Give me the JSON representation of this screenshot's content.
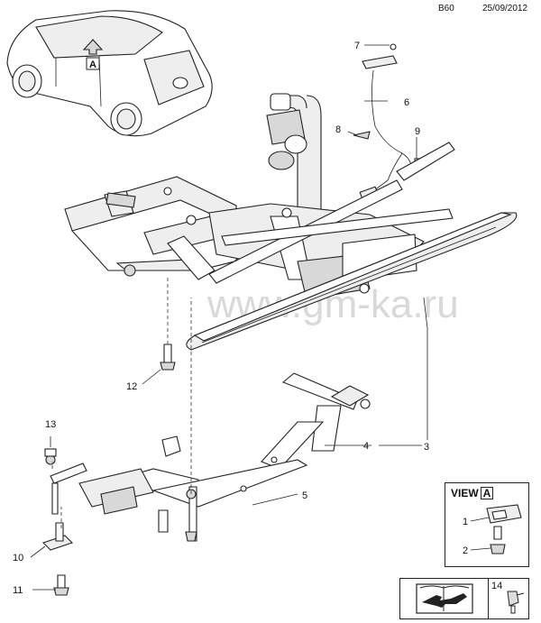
{
  "header": {
    "code": "B60",
    "date": "25/09/2012"
  },
  "watermark": "www.gm-ka.ru",
  "view_marker": "A",
  "view_box": {
    "title": "VIEW",
    "letter": "A"
  },
  "callouts": [
    "1",
    "2",
    "3",
    "4",
    "5",
    "6",
    "7",
    "8",
    "9",
    "10",
    "11",
    "12",
    "13",
    "14"
  ],
  "icons": {
    "tool_box": "manual-book-wrench-icon",
    "part_box": "connector-part-icon"
  }
}
